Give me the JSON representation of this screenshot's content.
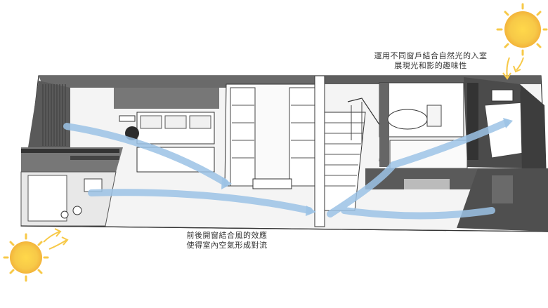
{
  "captions": {
    "light_line1": "運用不同窗戶結合自然光的入室",
    "light_line2": "展現光和影的趣味性",
    "wind_line1": "前後開窗結合風的效應",
    "wind_line2": "使得室內空氣形成對流"
  },
  "colors": {
    "sun": "#f7c948",
    "sun_glow": "#fbe6a0",
    "airflow": "#9cc3e6",
    "wall_dark": "#555555",
    "floor": "#f2f2f2"
  },
  "icons": [
    "sun-icon-top-right",
    "sun-icon-bottom-left",
    "sunray-arrow-icon"
  ]
}
